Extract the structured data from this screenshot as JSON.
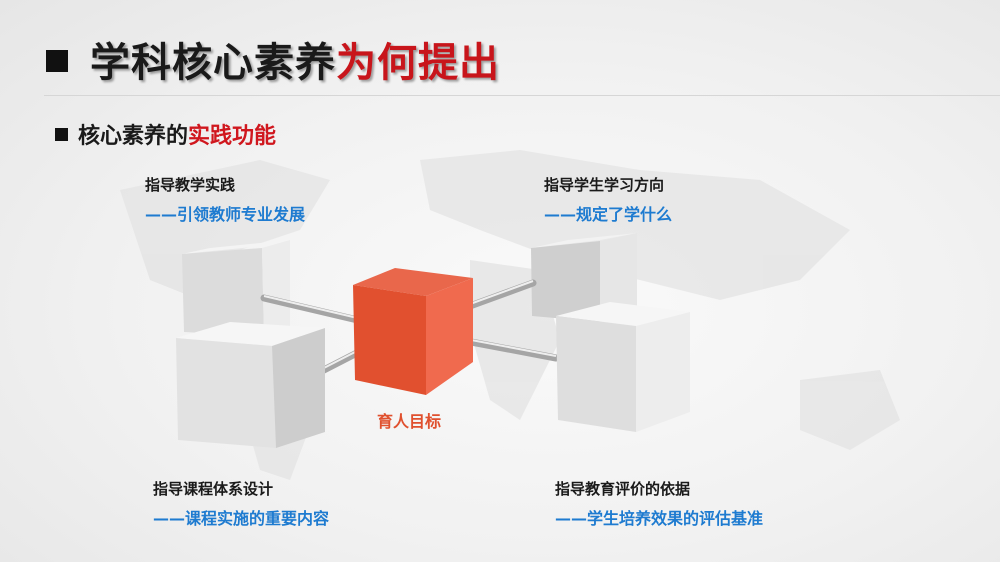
{
  "title": {
    "main": "学科核心素养",
    "highlight": "为何提出"
  },
  "subtitle": {
    "main": "核心素养的",
    "highlight": "实践功能"
  },
  "center_label": "育人目标",
  "nodes": [
    {
      "heading": "指导教学实践",
      "detail": "——引领教师专业发展"
    },
    {
      "heading": "指导学生学习方向",
      "detail": "——规定了学什么"
    },
    {
      "heading": "指导课程体系设计",
      "detail": "——课程实施的重要内容"
    },
    {
      "heading": "指导教育评价的依据",
      "detail": "——学生培养效果的评估基准"
    }
  ],
  "colors": {
    "accent_red": "#c8151b",
    "center_cube": "#e5553a",
    "detail_blue": "#1e7bd0"
  }
}
